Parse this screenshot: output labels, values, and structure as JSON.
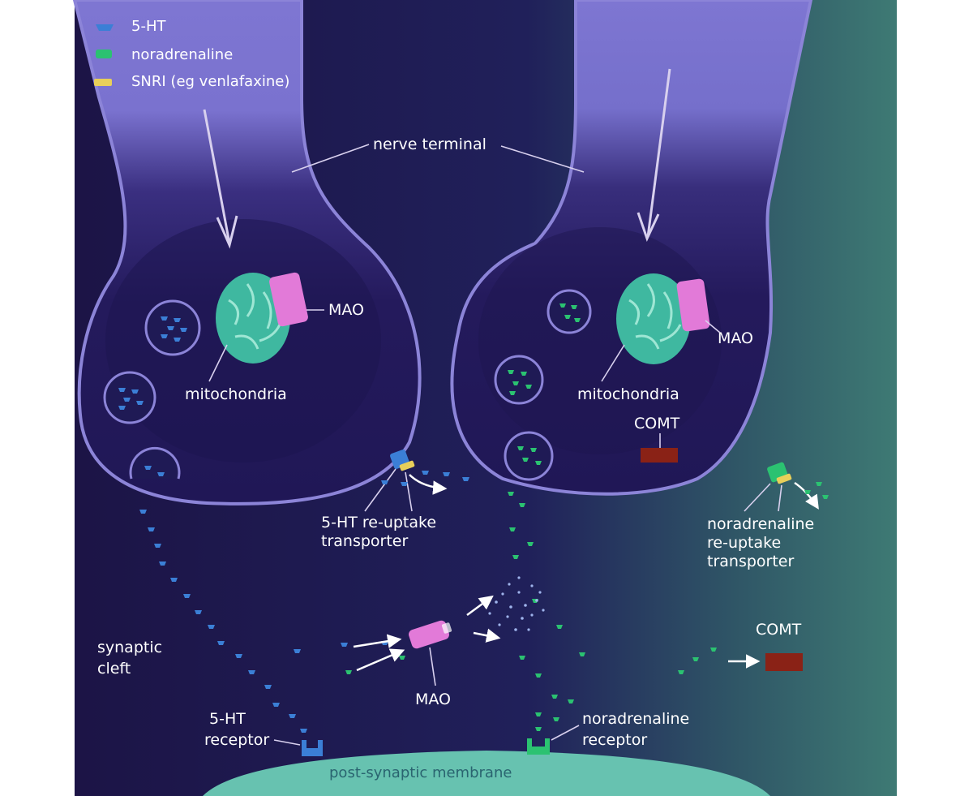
{
  "legend": {
    "serotonin": "5-HT",
    "noradrenaline": "noradrenaline",
    "snri": "SNRI (eg venlafaxine)"
  },
  "labels": {
    "nerve_terminal": "nerve terminal",
    "mao_left": "MAO",
    "mao_right": "MAO",
    "mao_cleft": "MAO",
    "mitochondria_left": "mitochondria",
    "mitochondria_right": "mitochondria",
    "comt_inside": "COMT",
    "comt_cleft": "COMT",
    "sht_transporter_line1": "5-HT re-uptake",
    "sht_transporter_line2": "transporter",
    "na_transporter_line1": "noradrenaline",
    "na_transporter_line2": "re-uptake",
    "na_transporter_line3": "transporter",
    "synaptic_cleft_line1": "synaptic",
    "synaptic_cleft_line2": "cleft",
    "sht_receptor_line1": "5-HT",
    "sht_receptor_line2": "receptor",
    "na_receptor_line1": "noradrenaline",
    "na_receptor_line2": "receptor",
    "post_synaptic_membrane": "post-synaptic membrane"
  },
  "colors": {
    "background": "#1c1446",
    "nerve_terminal": "#2a1f66",
    "terminal_highlight": "#8c84d8",
    "serotonin": "#3b7fd6",
    "noradrenaline": "#2bc271",
    "snri": "#e8cf5a",
    "mitochondria": "#3fb8a0",
    "mao": "#e27ad8",
    "comt": "#8a2216",
    "membrane": "#67c2b0"
  }
}
